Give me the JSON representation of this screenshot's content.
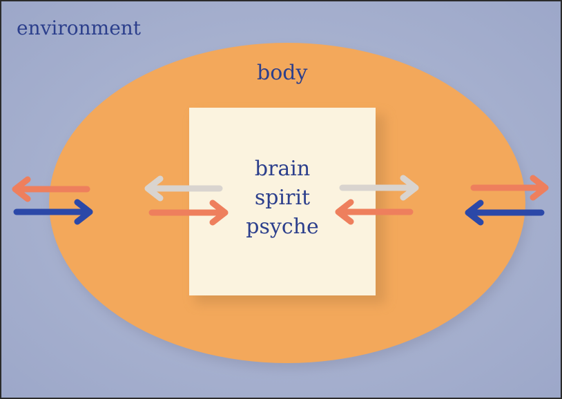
{
  "labels": {
    "environment": "environment",
    "body": "body",
    "core": [
      "brain",
      "spirit",
      "psyche"
    ]
  },
  "colors": {
    "environment_bg": "#a3adcc",
    "body_fill": "#f3a85b",
    "core_fill": "#fbf3df",
    "text": "#2c3f8c",
    "arrow_salmon": "#ee7f5d",
    "arrow_blue": "#2b48a8",
    "arrow_light": "#d9d4cf"
  },
  "icons": {
    "arrow": "arrow-icon"
  }
}
